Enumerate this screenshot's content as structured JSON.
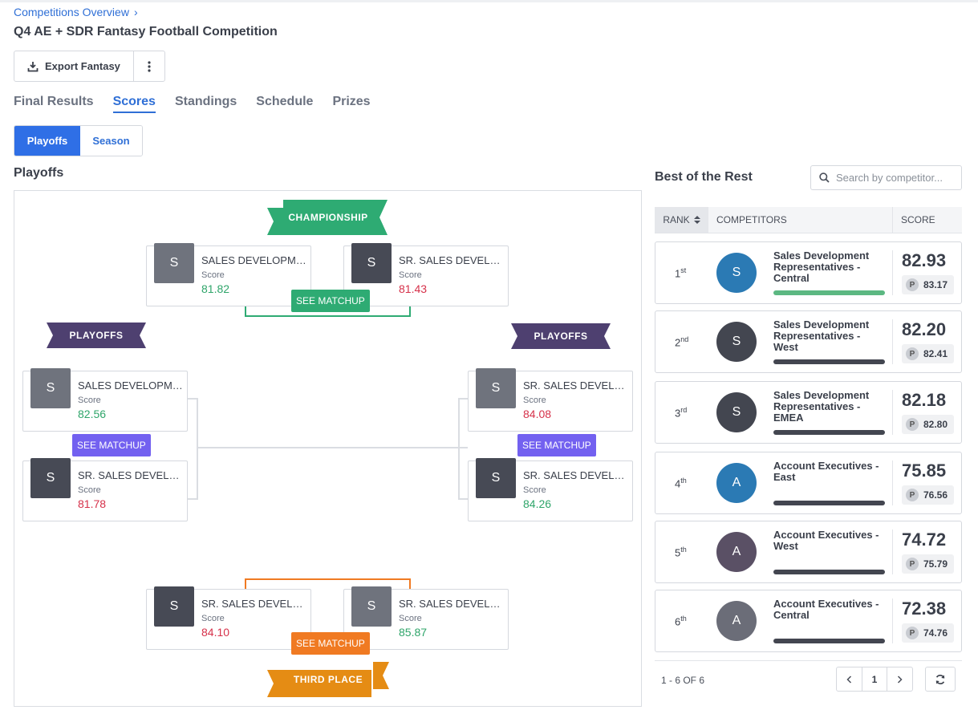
{
  "breadcrumb": {
    "label": "Competitions Overview",
    "chevron": "›"
  },
  "title": "Q4 AE + SDR Fantasy Football Competition",
  "toolbar": {
    "export_label": "Export Fantasy"
  },
  "tabs": [
    "Final Results",
    "Scores",
    "Standings",
    "Schedule",
    "Prizes"
  ],
  "active_tab": "Scores",
  "toggle": {
    "left": "Playoffs",
    "right": "Season"
  },
  "playoffs_title": "Playoffs",
  "bracket": {
    "championship_label": "CHAMPIONSHIP",
    "playoffs_label": "PLAYOFFS",
    "third_place_label": "THIRD PLACE",
    "see_matchup": "SEE MATCHUP",
    "score_label": "Score",
    "championship": [
      {
        "initial": "S",
        "name": "SALES DEVELOPMENT REPRESENTATIVES - CENTRAL",
        "score": "81.82"
      },
      {
        "initial": "S",
        "name": "SR. SALES DEVELOPMENT REPRESENTATIVES",
        "score": "81.43"
      }
    ],
    "left": [
      {
        "initial": "S",
        "name": "SALES DEVELOPMENT REPRESENTATIVES",
        "score": "82.56"
      },
      {
        "initial": "S",
        "name": "SR. SALES DEVELOPMENT REPRESENTATIVES",
        "score": "81.78"
      }
    ],
    "right": [
      {
        "initial": "S",
        "name": "SR. SALES DEVELOPMENT REPRESENTATIVES",
        "score": "84.08"
      },
      {
        "initial": "S",
        "name": "SR. SALES DEVELOPMENT REPRESENTATIVES",
        "score": "84.26"
      }
    ],
    "third": [
      {
        "initial": "S",
        "name": "SR. SALES DEVELOPMENT REPRESENTATIVES",
        "score": "84.10"
      },
      {
        "initial": "S",
        "name": "SR. SALES DEVELOPMENT REPRESENTATIVES",
        "score": "85.87"
      }
    ]
  },
  "best_title": "Best of the Rest",
  "search_placeholder": "Search by competitor...",
  "table": {
    "headers": {
      "rank": "RANK",
      "competitors": "COMPETITORS",
      "score": "SCORE"
    },
    "rows": [
      {
        "rank": "1",
        "suffix": "st",
        "initial": "S",
        "name": "Sales Development Representatives - Central",
        "score": "82.93",
        "projected": "83.17",
        "avatar_color": "#2b7ab4",
        "bar_color": "#5cb882"
      },
      {
        "rank": "2",
        "suffix": "nd",
        "initial": "S",
        "name": "Sales Development Representatives - West",
        "score": "82.20",
        "projected": "82.41",
        "avatar_color": "#434650",
        "bar_color": "#434650"
      },
      {
        "rank": "3",
        "suffix": "rd",
        "initial": "S",
        "name": "Sales Development Representatives - EMEA",
        "score": "82.18",
        "projected": "82.80",
        "avatar_color": "#434650",
        "bar_color": "#434650"
      },
      {
        "rank": "4",
        "suffix": "th",
        "initial": "A",
        "name": "Account Executives - East",
        "score": "75.85",
        "projected": "76.56",
        "avatar_color": "#2b7ab4",
        "bar_color": "#434650"
      },
      {
        "rank": "5",
        "suffix": "th",
        "initial": "A",
        "name": "Account Executives - West",
        "score": "74.72",
        "projected": "75.79",
        "avatar_color": "#5a5065",
        "bar_color": "#434650"
      },
      {
        "rank": "6",
        "suffix": "th",
        "initial": "A",
        "name": "Account Executives - Central",
        "score": "72.38",
        "projected": "74.76",
        "avatar_color": "#6b6d78",
        "bar_color": "#434650"
      }
    ],
    "projected_badge": "P"
  },
  "pagination": {
    "info": "1 - 6 OF 6",
    "page": "1"
  }
}
